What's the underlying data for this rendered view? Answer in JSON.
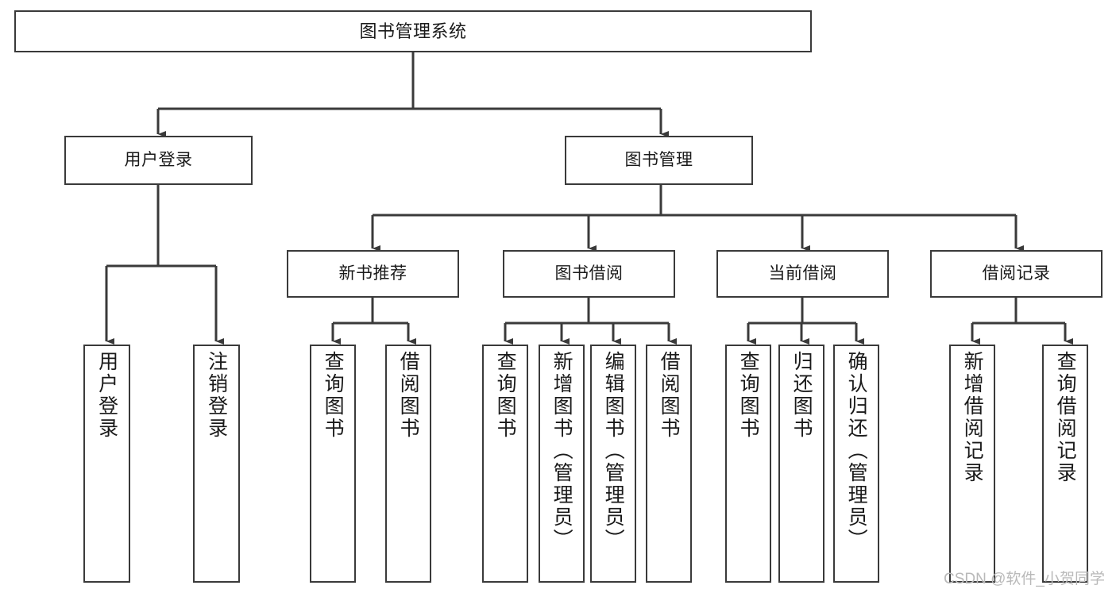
{
  "diagram": {
    "type": "tree-hierarchy-diagram",
    "title": "图书管理系统",
    "orientation": "top-down",
    "colors": {
      "background": "#ffffff",
      "node_border": "#3a3a3a",
      "node_fill": "#ffffff",
      "edge": "#3a3a3a",
      "text": "#1a1a1a",
      "watermark": "#b9b9b9"
    },
    "watermark": "CSDN @软件_小贺同学",
    "levels": {
      "root": {
        "label": "图书管理系统"
      },
      "level2": [
        {
          "label": "用户登录"
        },
        {
          "label": "图书管理"
        }
      ],
      "level3": [
        {
          "label": "新书推荐"
        },
        {
          "label": "图书借阅"
        },
        {
          "label": "当前借阅"
        },
        {
          "label": "借阅记录"
        }
      ],
      "leaves": {
        "user_login": [
          {
            "label": "用户登录"
          },
          {
            "label": "注销登录"
          }
        ],
        "new_book_recommend": [
          {
            "label": "查询图书"
          },
          {
            "label": "借阅图书"
          }
        ],
        "book_borrow": [
          {
            "label": "查询图书"
          },
          {
            "label": "新增图书（管理员）"
          },
          {
            "label": "编辑图书（管理员）"
          },
          {
            "label": "借阅图书"
          }
        ],
        "current_borrow": [
          {
            "label": "查询图书"
          },
          {
            "label": "归还图书"
          },
          {
            "label": "确认归还（管理员）"
          }
        ],
        "borrow_record": [
          {
            "label": "新增借阅记录"
          },
          {
            "label": "查询借阅记录"
          }
        ]
      }
    }
  }
}
